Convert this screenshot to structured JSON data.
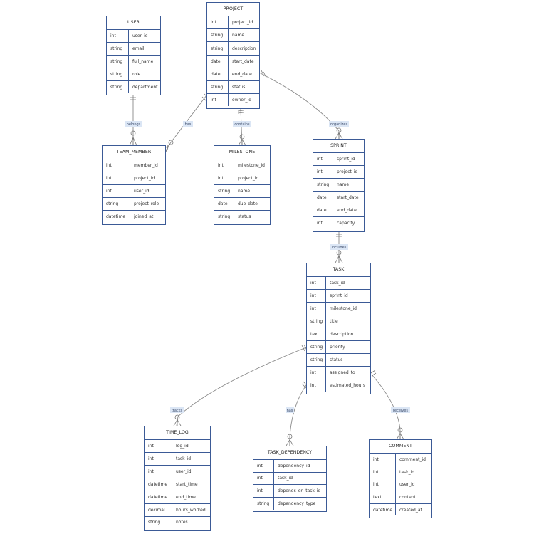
{
  "entities": {
    "user": {
      "name": "USER",
      "fields": [
        {
          "type": "int",
          "name": "user_id"
        },
        {
          "type": "string",
          "name": "email"
        },
        {
          "type": "string",
          "name": "full_name"
        },
        {
          "type": "string",
          "name": "role"
        },
        {
          "type": "string",
          "name": "department"
        }
      ]
    },
    "project": {
      "name": "PROJECT",
      "fields": [
        {
          "type": "int",
          "name": "project_id"
        },
        {
          "type": "string",
          "name": "name"
        },
        {
          "type": "string",
          "name": "description"
        },
        {
          "type": "date",
          "name": "start_date"
        },
        {
          "type": "date",
          "name": "end_date"
        },
        {
          "type": "string",
          "name": "status"
        },
        {
          "type": "int",
          "name": "owner_id"
        }
      ]
    },
    "team_member": {
      "name": "TEAM_MEMBER",
      "fields": [
        {
          "type": "int",
          "name": "member_id"
        },
        {
          "type": "int",
          "name": "project_id"
        },
        {
          "type": "int",
          "name": "user_id"
        },
        {
          "type": "string",
          "name": "project_role"
        },
        {
          "type": "datetime",
          "name": "joined_at"
        }
      ]
    },
    "milestone": {
      "name": "MILESTONE",
      "fields": [
        {
          "type": "int",
          "name": "milestone_id"
        },
        {
          "type": "int",
          "name": "project_id"
        },
        {
          "type": "string",
          "name": "name"
        },
        {
          "type": "date",
          "name": "due_date"
        },
        {
          "type": "string",
          "name": "status"
        }
      ]
    },
    "sprint": {
      "name": "SPRINT",
      "fields": [
        {
          "type": "int",
          "name": "sprint_id"
        },
        {
          "type": "int",
          "name": "project_id"
        },
        {
          "type": "string",
          "name": "name"
        },
        {
          "type": "date",
          "name": "start_date"
        },
        {
          "type": "date",
          "name": "end_date"
        },
        {
          "type": "int",
          "name": "capacity"
        }
      ]
    },
    "task": {
      "name": "TASK",
      "fields": [
        {
          "type": "int",
          "name": "task_id"
        },
        {
          "type": "int",
          "name": "sprint_id"
        },
        {
          "type": "int",
          "name": "milestone_id"
        },
        {
          "type": "string",
          "name": "title"
        },
        {
          "type": "text",
          "name": "description"
        },
        {
          "type": "string",
          "name": "priority"
        },
        {
          "type": "string",
          "name": "status"
        },
        {
          "type": "int",
          "name": "assigned_to"
        },
        {
          "type": "int",
          "name": "estimated_hours"
        }
      ]
    },
    "time_log": {
      "name": "TIME_LOG",
      "fields": [
        {
          "type": "int",
          "name": "log_id"
        },
        {
          "type": "int",
          "name": "task_id"
        },
        {
          "type": "int",
          "name": "user_id"
        },
        {
          "type": "datetime",
          "name": "start_time"
        },
        {
          "type": "datetime",
          "name": "end_time"
        },
        {
          "type": "decimal",
          "name": "hours_worked"
        },
        {
          "type": "string",
          "name": "notes"
        }
      ]
    },
    "task_dependency": {
      "name": "TASK_DEPENDENCY",
      "fields": [
        {
          "type": "int",
          "name": "dependency_id"
        },
        {
          "type": "int",
          "name": "task_id"
        },
        {
          "type": "int",
          "name": "depends_on_task_id"
        },
        {
          "type": "string",
          "name": "dependency_type"
        }
      ]
    },
    "comment": {
      "name": "COMMENT",
      "fields": [
        {
          "type": "int",
          "name": "comment_id"
        },
        {
          "type": "int",
          "name": "task_id"
        },
        {
          "type": "int",
          "name": "user_id"
        },
        {
          "type": "text",
          "name": "content"
        },
        {
          "type": "datetime",
          "name": "created_at"
        }
      ]
    }
  },
  "relationships": [
    {
      "id": "belongs",
      "label": "belongs",
      "from": "USER",
      "to": "TEAM_MEMBER",
      "from_card": "exactly-one",
      "to_card": "zero-or-many"
    },
    {
      "id": "has_tm",
      "label": "has",
      "from": "PROJECT",
      "to": "TEAM_MEMBER",
      "from_card": "exactly-one",
      "to_card": "zero-or-many"
    },
    {
      "id": "contains",
      "label": "contains",
      "from": "PROJECT",
      "to": "MILESTONE",
      "from_card": "exactly-one",
      "to_card": "zero-or-many"
    },
    {
      "id": "organizes",
      "label": "organizes",
      "from": "PROJECT",
      "to": "SPRINT",
      "from_card": "exactly-one",
      "to_card": "zero-or-many"
    },
    {
      "id": "includes",
      "label": "includes",
      "from": "SPRINT",
      "to": "TASK",
      "from_card": "exactly-one",
      "to_card": "zero-or-many"
    },
    {
      "id": "tracks",
      "label": "tracks",
      "from": "TASK",
      "to": "TIME_LOG",
      "from_card": "exactly-one",
      "to_card": "zero-or-many"
    },
    {
      "id": "has_dep",
      "label": "has",
      "from": "TASK",
      "to": "TASK_DEPENDENCY",
      "from_card": "exactly-one",
      "to_card": "zero-or-many"
    },
    {
      "id": "receives",
      "label": "receives",
      "from": "TASK",
      "to": "COMMENT",
      "from_card": "exactly-one",
      "to_card": "zero-or-many"
    }
  ],
  "colors": {
    "entity_border": "#3b5a96",
    "edge": "#888888",
    "label_bg": "#dbe6f5"
  }
}
